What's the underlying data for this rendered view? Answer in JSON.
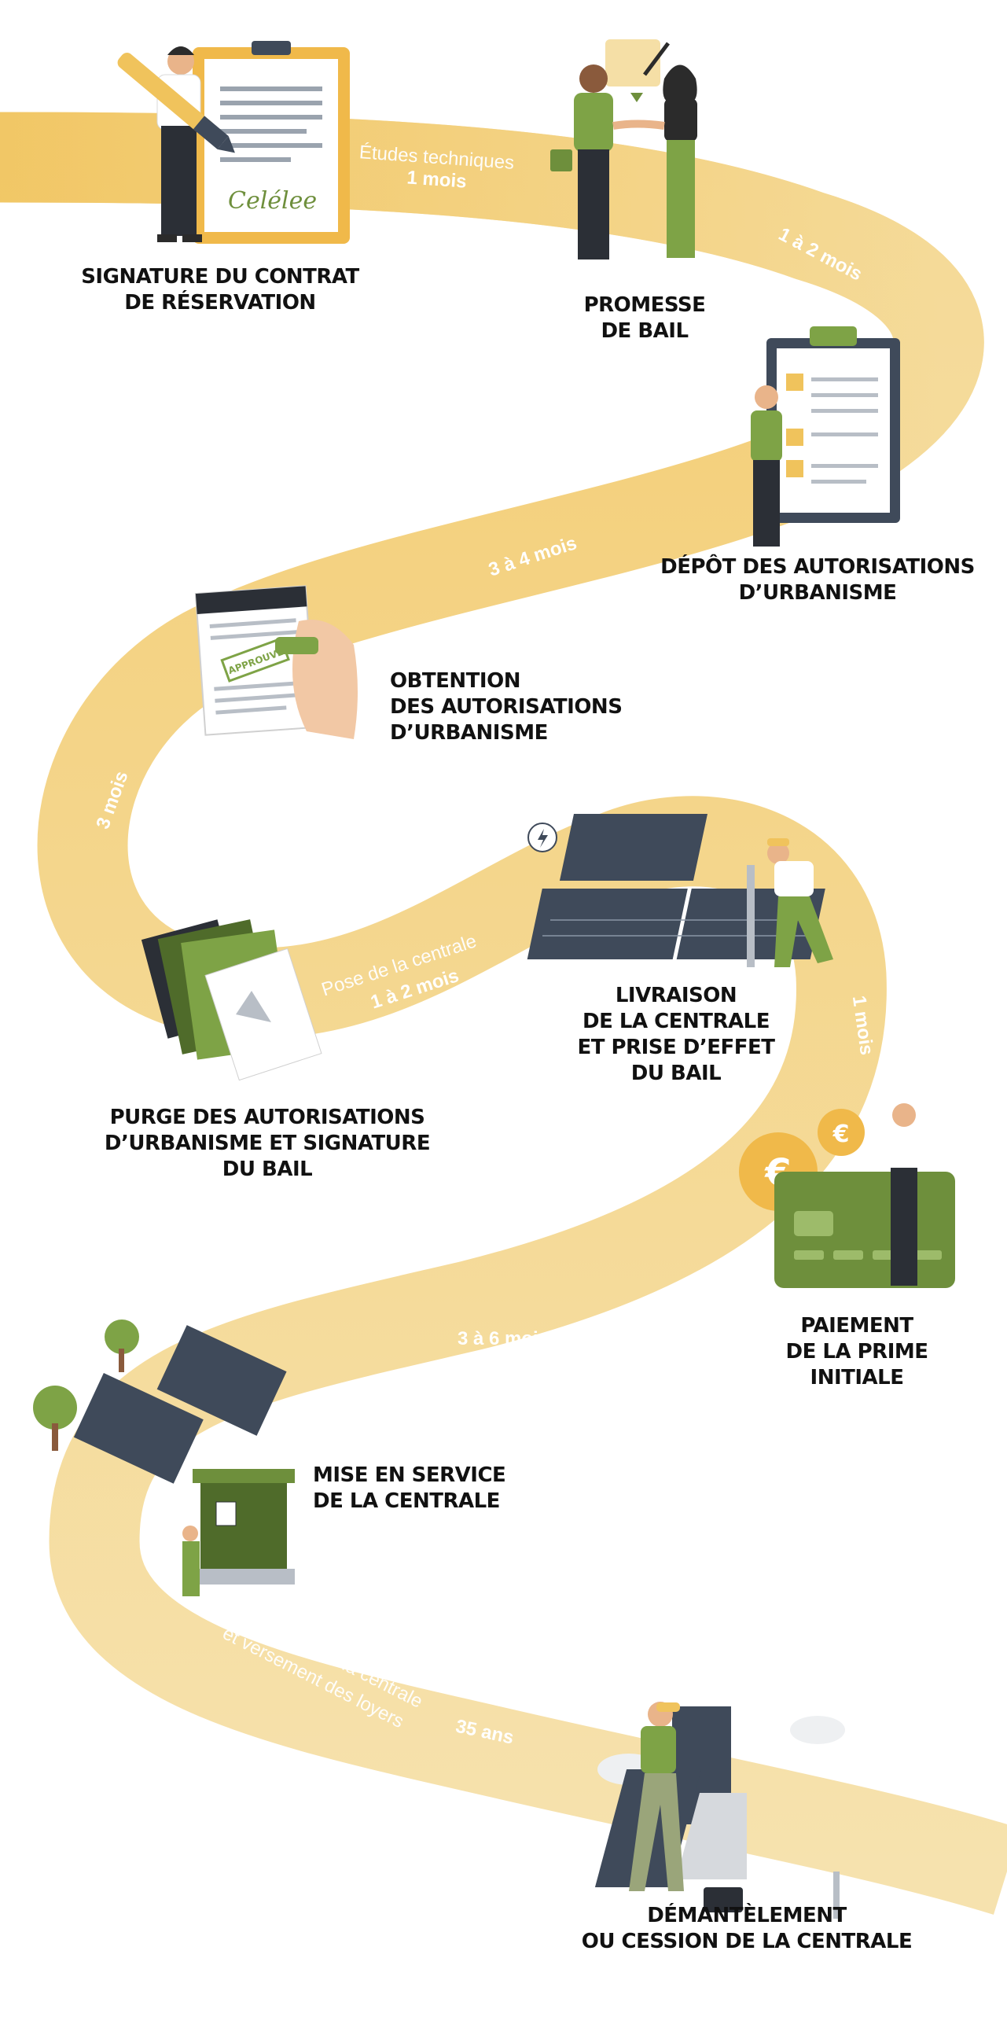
{
  "colors": {
    "road_dark": "#F0C35C",
    "road_light": "#F5DFA6",
    "green": "#6E8F3C",
    "green_dark": "#4F6B2A",
    "ink": "#111111",
    "panel": "#3F4A5A"
  },
  "steps": [
    {
      "lines": [
        "SIGNATURE DU CONTRAT",
        "DE RÉSERVATION"
      ]
    },
    {
      "lines": [
        "PROMESSE",
        "DE BAIL"
      ]
    },
    {
      "lines": [
        "DÉPÔT DES AUTORISATIONS",
        "D’URBANISME"
      ]
    },
    {
      "lines": [
        "OBTENTION",
        "DES AUTORISATIONS",
        "D’URBANISME"
      ]
    },
    {
      "lines": [
        "LIVRAISON",
        "DE LA CENTRALE",
        "ET PRISE D’EFFET",
        "DU BAIL"
      ]
    },
    {
      "lines": [
        "PURGE DES AUTORISATIONS",
        "D’URBANISME ET SIGNATURE",
        "DU BAIL"
      ]
    },
    {
      "lines": [
        "PAIEMENT",
        "DE LA PRIME",
        "INITIALE"
      ]
    },
    {
      "lines": [
        "MISE EN SERVICE",
        "DE LA CENTRALE"
      ]
    },
    {
      "lines": [
        "DÉMANTÈLEMENT",
        "OU CESSION DE LA CENTRALE"
      ]
    }
  ],
  "durations": {
    "etudes_label": "Études techniques",
    "etudes_value": "1 mois",
    "d_1_2": "1 à 2 mois",
    "d_3_4": "3 à 4 mois",
    "d_3": "3 mois",
    "pose_label": "Pose de la centrale",
    "pose_value": "1 à 2 mois",
    "d_1": "1 mois",
    "d_3_6": "3 à 6 mois",
    "exploit_line1": "Exploitation de la centrale",
    "exploit_line2": "et versement des loyers",
    "exploit_value": "35 ans"
  },
  "illustrations": {
    "stamp_text": "APPROUVÉ",
    "signature_text": "Celélee",
    "coin_symbol": "€"
  }
}
